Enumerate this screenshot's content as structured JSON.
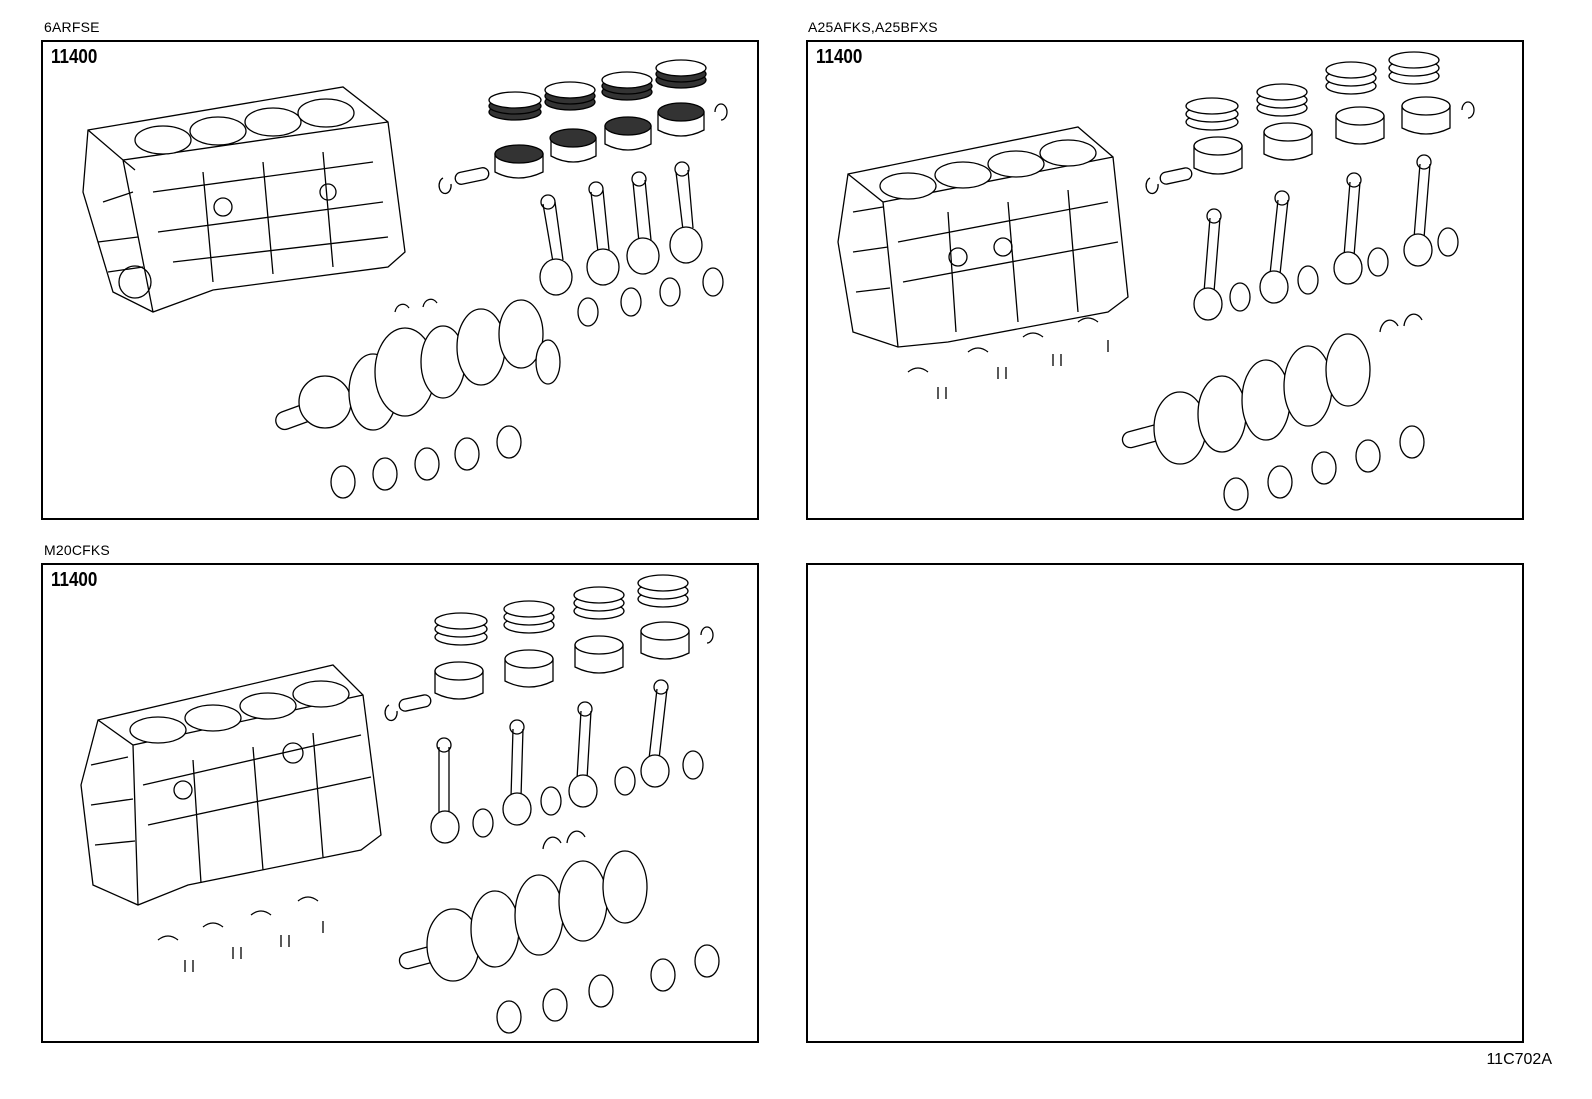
{
  "panels": [
    {
      "engine": "6ARFSE",
      "part_number": "11400",
      "ring_style": "dark"
    },
    {
      "engine": "A25AFKS,A25BFXS",
      "part_number": "11400",
      "ring_style": "light"
    },
    {
      "engine": "M20CFKS",
      "part_number": "11400",
      "ring_style": "light"
    },
    {
      "engine": "",
      "part_number": ""
    }
  ],
  "illustration_code": "11C702A"
}
